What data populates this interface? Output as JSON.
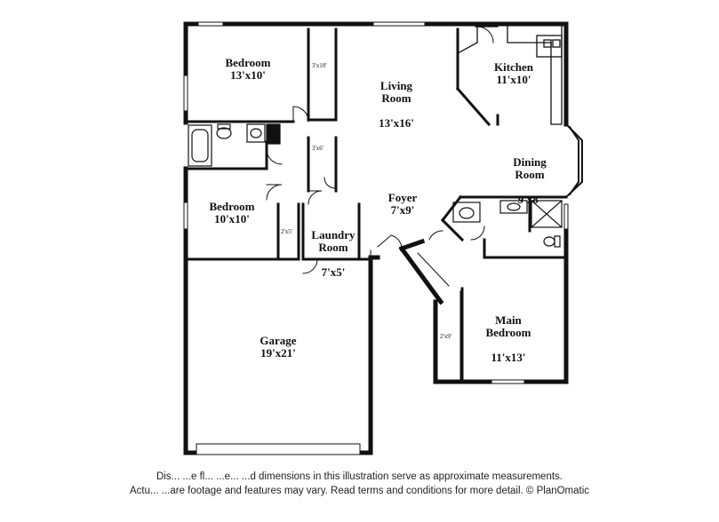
{
  "rooms": {
    "bedroom2": {
      "name": "Bedroom",
      "size": "13'x10'"
    },
    "bedroom3": {
      "name": "Bedroom",
      "size": "10'x10'"
    },
    "living": {
      "name": "Living\nRoom",
      "size": "13'x16'"
    },
    "kitchen": {
      "name": "Kitchen",
      "size": "11'x10'"
    },
    "dining": {
      "name": "Dining\nRoom",
      "size": "9'x8'"
    },
    "foyer": {
      "name": "Foyer",
      "size": "7'x9'"
    },
    "laundry": {
      "name": "Laundry\nRoom",
      "size": "7'x5'"
    },
    "main_bedroom": {
      "name": "Main\nBedroom",
      "size": "11'x13'"
    },
    "garage": {
      "name": "Garage",
      "size": "19'x21'"
    }
  },
  "closets": {
    "c1": "3'x10'",
    "c2": "3'x6'",
    "c3": "2'x5'",
    "c4": "2'x9'"
  },
  "disclaimer": {
    "line1": "Dis... ...e fl... ...e... ...d dimensions in this illustration serve as approximate measurements.",
    "line2": "Actu... ...are footage and features may vary. Read terms and conditions for more detail. © PlanOmatic"
  }
}
